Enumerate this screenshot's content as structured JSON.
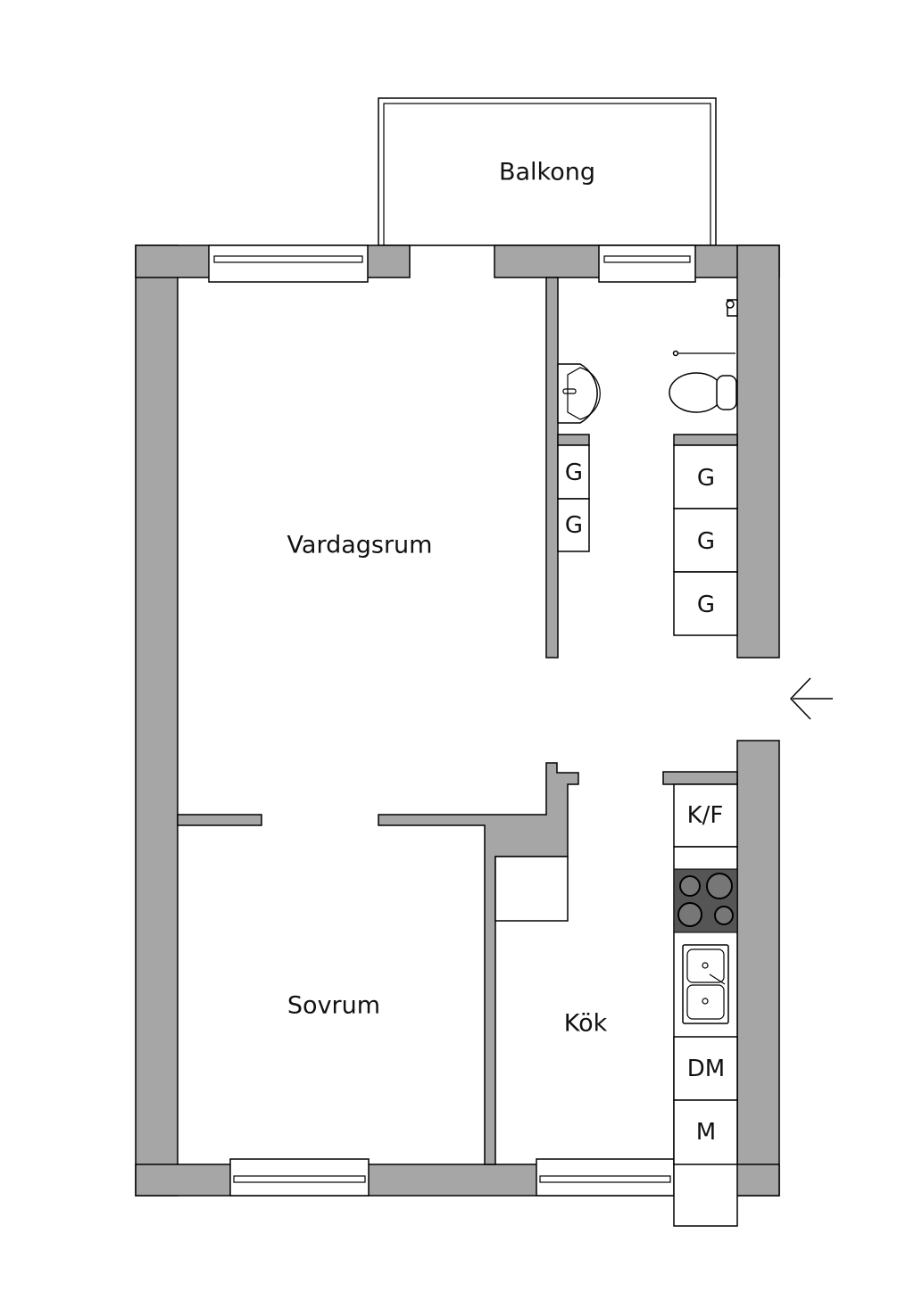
{
  "rooms": {
    "balcony": "Balkong",
    "living_room": "Vardagsrum",
    "bedroom": "Sovrum",
    "kitchen": "Kök"
  },
  "appliances": {
    "closets": [
      "G",
      "G",
      "G",
      "G",
      "G"
    ],
    "fridge_freezer": "K/F",
    "dishwasher": "DM",
    "microwave": "M"
  },
  "colors": {
    "wall": "#a6a6a6",
    "stove": "#555555"
  }
}
